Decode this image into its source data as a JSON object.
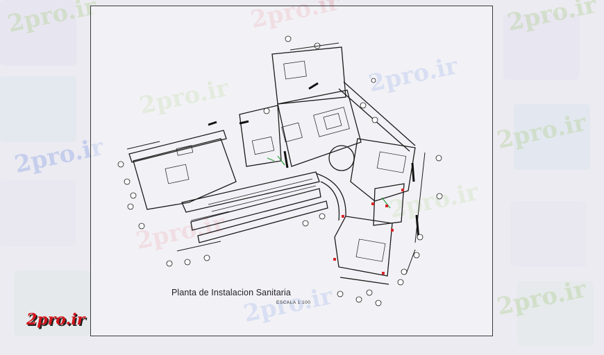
{
  "drawing": {
    "title": "Planta de Instalacion Sanitaria",
    "scale": "ESCALA 1:100"
  },
  "watermark": {
    "text": "2pro.ir",
    "color": "#d3151b"
  },
  "colors": {
    "background": "#ecebf1",
    "linework": "#1a1a1a",
    "fixture_red": "#d8262a",
    "pipe_green": "#2b9b3a"
  }
}
